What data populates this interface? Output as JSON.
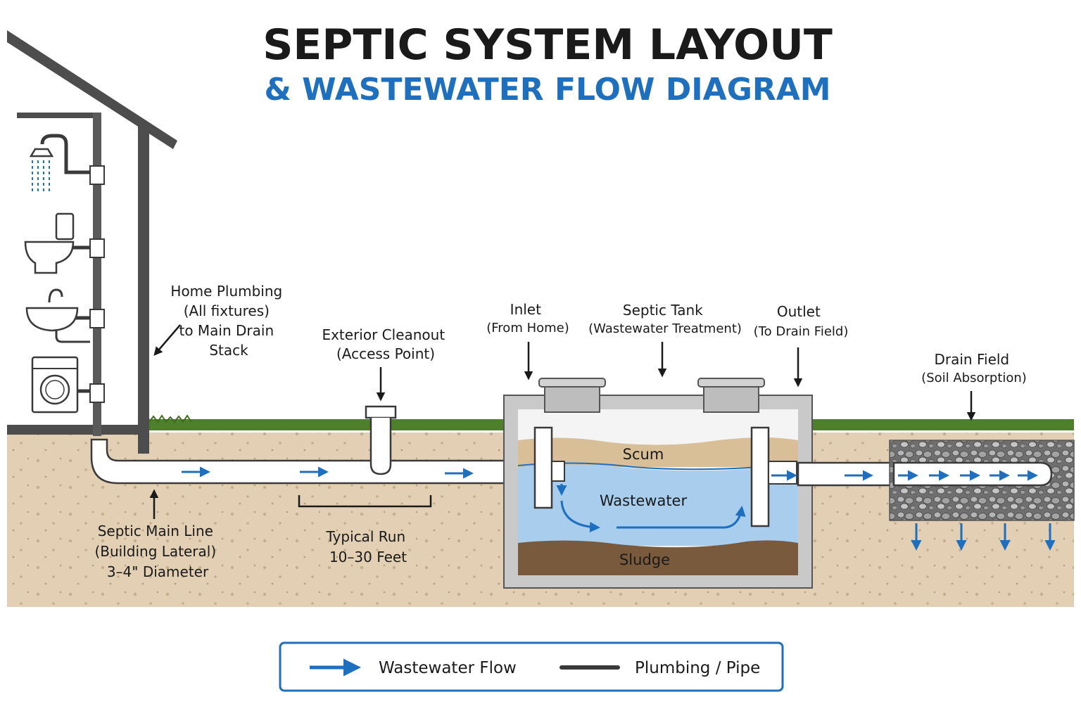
{
  "title": {
    "main": "SEPTIC SYSTEM LAYOUT",
    "sub": "& WASTEWATER FLOW DIAGRAM"
  },
  "colors": {
    "flow_blue": "#1f6fbf",
    "pipe_dark": "#4a4a4a",
    "soil": "#e0cdb2",
    "grass": "#4e7f2a",
    "tank_concrete": "#c9c9c9",
    "wastewater": "#a9cdec",
    "scum": "#d8bf98",
    "sludge": "#7a5a3c",
    "gravel": "#8a8a8a"
  },
  "labels": {
    "home_plumbing": [
      "Home Plumbing",
      "(All fixtures)",
      "to Main Drain",
      "Stack"
    ],
    "exterior_cleanout": [
      "Exterior Cleanout",
      "(Access Point)"
    ],
    "inlet": [
      "Inlet",
      "(From Home)"
    ],
    "septic_tank": [
      "Septic Tank",
      "(Wastewater Treatment)"
    ],
    "outlet": [
      "Outlet",
      "(To Drain Field)"
    ],
    "drain_field": [
      "Drain Field",
      "(Soil Absorption)"
    ],
    "main_line": [
      "Septic Main Line",
      "(Building Lateral)",
      "3–4\" Diameter"
    ],
    "typical_run": [
      "Typical Run",
      "10–30 Feet"
    ]
  },
  "tank_layers": {
    "scum": "Scum",
    "wastewater": "Wastewater",
    "sludge": "Sludge"
  },
  "fixtures": [
    "shower-icon",
    "toilet-icon",
    "sink-icon",
    "washing-machine-icon"
  ],
  "legend": {
    "flow_label": "Wastewater Flow",
    "pipe_label": "Plumbing / Pipe"
  }
}
